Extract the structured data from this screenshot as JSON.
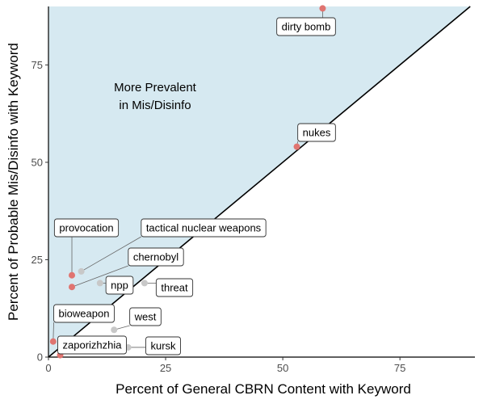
{
  "chart_data": {
    "type": "scatter",
    "title": "",
    "xlabel": "Percent of General CBRN Content with Keyword",
    "ylabel": "Percent of Probable Mis/Disinfo with Keyword",
    "xlim": [
      0,
      91
    ],
    "ylim": [
      0,
      90
    ],
    "x_ticks": [
      0,
      25,
      50,
      75
    ],
    "y_ticks": [
      0,
      25,
      50,
      75
    ],
    "reference_line": "y = x",
    "shaded_region_label_lines": [
      "More Prevalent",
      "in Mis/Disinfo"
    ],
    "grid": false,
    "legend": "none",
    "colors": {
      "highlight": "#e07470",
      "muted": "#c8c8c8",
      "region": "#d6e9f1",
      "line": "#000000"
    },
    "points": [
      {
        "label": "dirty bomb",
        "x": 58.5,
        "y": 89.5,
        "group": "highlight"
      },
      {
        "label": "nukes",
        "x": 53.0,
        "y": 54.0,
        "group": "highlight"
      },
      {
        "label": "provocation",
        "x": 5.0,
        "y": 21.0,
        "group": "highlight"
      },
      {
        "label": "tactical nuclear weapons",
        "x": 7.0,
        "y": 22.0,
        "group": "muted"
      },
      {
        "label": "chernobyl",
        "x": 5.0,
        "y": 18.0,
        "group": "highlight"
      },
      {
        "label": "npp",
        "x": 11.0,
        "y": 19.0,
        "group": "muted"
      },
      {
        "label": "threat",
        "x": 20.5,
        "y": 19.0,
        "group": "muted"
      },
      {
        "label": "bioweapon",
        "x": 1.0,
        "y": 4.0,
        "group": "highlight"
      },
      {
        "label": "west",
        "x": 14.0,
        "y": 7.0,
        "group": "muted"
      },
      {
        "label": "zaporizhzhia",
        "x": 2.5,
        "y": 0.5,
        "group": "highlight"
      },
      {
        "label": "kursk",
        "x": 17.0,
        "y": 2.5,
        "group": "muted"
      }
    ]
  }
}
